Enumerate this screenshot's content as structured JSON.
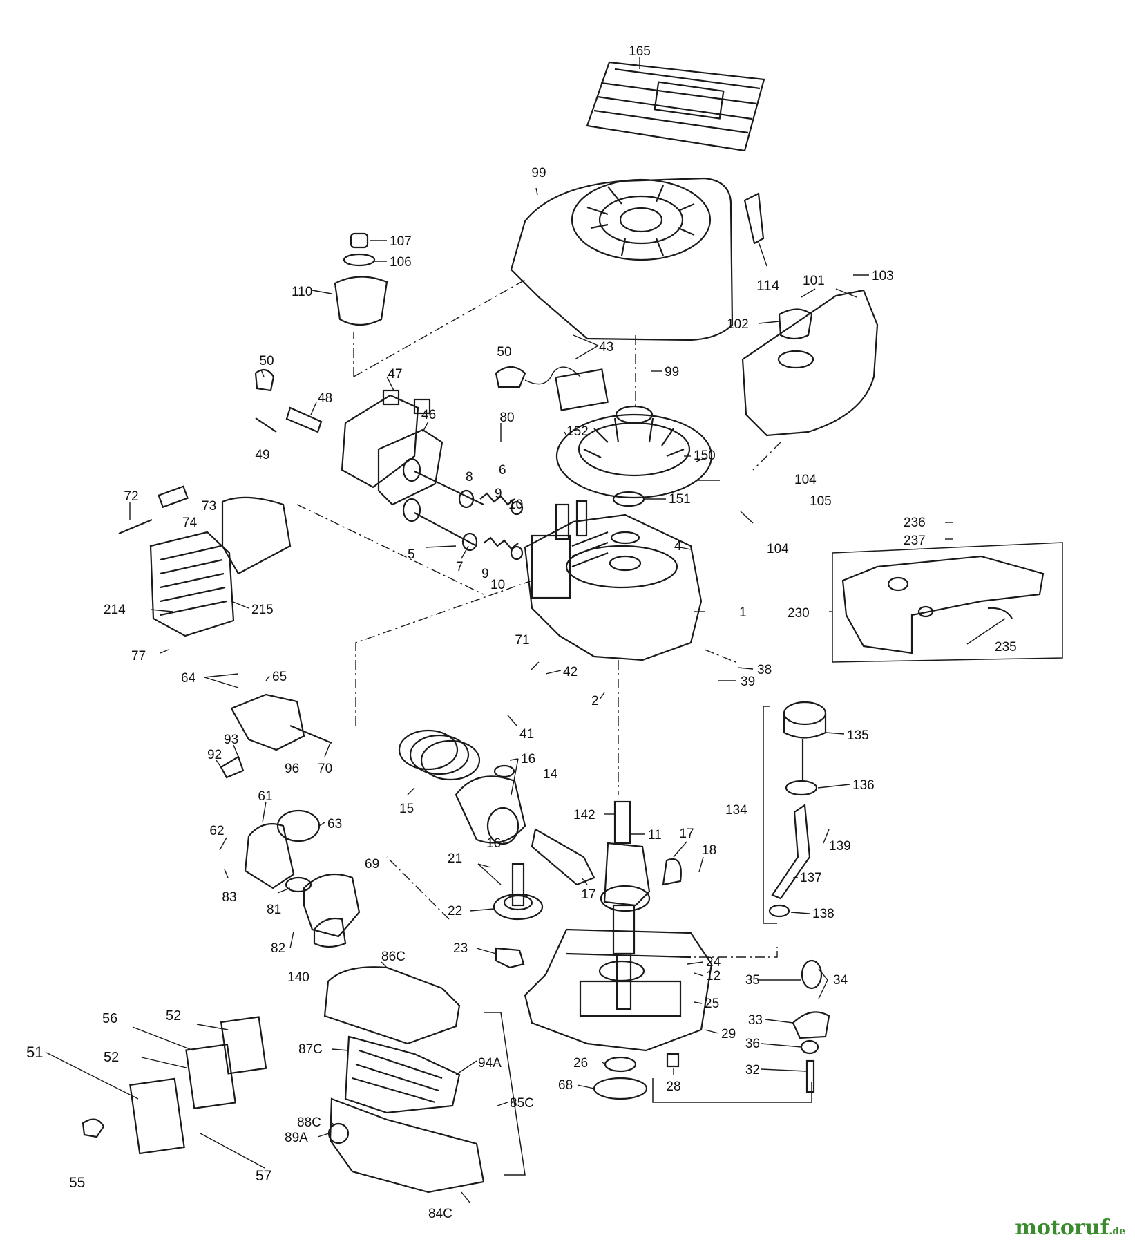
{
  "watermark": {
    "main": "motoruf",
    "tld": ".de"
  },
  "labels": [
    {
      "id": "165",
      "text": "165"
    },
    {
      "id": "99a",
      "text": "99"
    },
    {
      "id": "107",
      "text": "107"
    },
    {
      "id": "106",
      "text": "106"
    },
    {
      "id": "110",
      "text": "110"
    },
    {
      "id": "114",
      "text": "114"
    },
    {
      "id": "101",
      "text": "101"
    },
    {
      "id": "103",
      "text": "103"
    },
    {
      "id": "102",
      "text": "102"
    },
    {
      "id": "43",
      "text": "43"
    },
    {
      "id": "99b",
      "text": "99"
    },
    {
      "id": "50a",
      "text": "50"
    },
    {
      "id": "47",
      "text": "47"
    },
    {
      "id": "48",
      "text": "48"
    },
    {
      "id": "46",
      "text": "46"
    },
    {
      "id": "50b",
      "text": "50"
    },
    {
      "id": "49",
      "text": "49"
    },
    {
      "id": "80",
      "text": "80"
    },
    {
      "id": "152",
      "text": "152"
    },
    {
      "id": "150",
      "text": "150"
    },
    {
      "id": "6",
      "text": "6"
    },
    {
      "id": "8",
      "text": "8"
    },
    {
      "id": "9a",
      "text": "9"
    },
    {
      "id": "10a",
      "text": "10"
    },
    {
      "id": "72",
      "text": "72"
    },
    {
      "id": "73",
      "text": "73"
    },
    {
      "id": "74",
      "text": "74"
    },
    {
      "id": "151",
      "text": "151"
    },
    {
      "id": "104a",
      "text": "104"
    },
    {
      "id": "105",
      "text": "105"
    },
    {
      "id": "104b",
      "text": "104"
    },
    {
      "id": "236",
      "text": "236"
    },
    {
      "id": "237",
      "text": "237"
    },
    {
      "id": "4",
      "text": "4"
    },
    {
      "id": "5",
      "text": "5"
    },
    {
      "id": "7",
      "text": "7"
    },
    {
      "id": "9b",
      "text": "9"
    },
    {
      "id": "10b",
      "text": "10"
    },
    {
      "id": "214",
      "text": "214"
    },
    {
      "id": "215",
      "text": "215"
    },
    {
      "id": "1",
      "text": "1"
    },
    {
      "id": "230",
      "text": "230"
    },
    {
      "id": "235",
      "text": "235"
    },
    {
      "id": "77",
      "text": "77"
    },
    {
      "id": "71",
      "text": "71"
    },
    {
      "id": "42",
      "text": "42"
    },
    {
      "id": "38",
      "text": "38"
    },
    {
      "id": "39",
      "text": "39"
    },
    {
      "id": "64",
      "text": "64"
    },
    {
      "id": "65",
      "text": "65"
    },
    {
      "id": "2",
      "text": "2"
    },
    {
      "id": "41",
      "text": "41"
    },
    {
      "id": "93",
      "text": "93"
    },
    {
      "id": "92",
      "text": "92"
    },
    {
      "id": "96",
      "text": "96"
    },
    {
      "id": "70",
      "text": "70"
    },
    {
      "id": "135",
      "text": "135"
    },
    {
      "id": "16a",
      "text": "16"
    },
    {
      "id": "14",
      "text": "14"
    },
    {
      "id": "136",
      "text": "136"
    },
    {
      "id": "15",
      "text": "15"
    },
    {
      "id": "61",
      "text": "61"
    },
    {
      "id": "63",
      "text": "63"
    },
    {
      "id": "134",
      "text": "134"
    },
    {
      "id": "142",
      "text": "142"
    },
    {
      "id": "11",
      "text": "11"
    },
    {
      "id": "17a",
      "text": "17"
    },
    {
      "id": "139",
      "text": "139"
    },
    {
      "id": "62",
      "text": "62"
    },
    {
      "id": "16b",
      "text": "16"
    },
    {
      "id": "69",
      "text": "69"
    },
    {
      "id": "18",
      "text": "18"
    },
    {
      "id": "21",
      "text": "21"
    },
    {
      "id": "137",
      "text": "137"
    },
    {
      "id": "83",
      "text": "83"
    },
    {
      "id": "17b",
      "text": "17"
    },
    {
      "id": "81",
      "text": "81"
    },
    {
      "id": "22",
      "text": "22"
    },
    {
      "id": "138",
      "text": "138"
    },
    {
      "id": "82",
      "text": "82"
    },
    {
      "id": "23",
      "text": "23"
    },
    {
      "id": "24",
      "text": "24"
    },
    {
      "id": "140",
      "text": "140"
    },
    {
      "id": "86C",
      "text": "86C"
    },
    {
      "id": "12",
      "text": "12"
    },
    {
      "id": "35",
      "text": "35"
    },
    {
      "id": "34",
      "text": "34"
    },
    {
      "id": "25",
      "text": "25"
    },
    {
      "id": "56",
      "text": "56"
    },
    {
      "id": "52a",
      "text": "52"
    },
    {
      "id": "33",
      "text": "33"
    },
    {
      "id": "29",
      "text": "29"
    },
    {
      "id": "51",
      "text": "51"
    },
    {
      "id": "52b",
      "text": "52"
    },
    {
      "id": "87C",
      "text": "87C"
    },
    {
      "id": "94A",
      "text": "94A"
    },
    {
      "id": "36",
      "text": "36"
    },
    {
      "id": "26",
      "text": "26"
    },
    {
      "id": "32",
      "text": "32"
    },
    {
      "id": "68",
      "text": "68"
    },
    {
      "id": "28",
      "text": "28"
    },
    {
      "id": "85C",
      "text": "85C"
    },
    {
      "id": "88C",
      "text": "88C"
    },
    {
      "id": "89A",
      "text": "89A"
    },
    {
      "id": "57",
      "text": "57"
    },
    {
      "id": "55",
      "text": "55"
    },
    {
      "id": "84C",
      "text": "84C"
    }
  ]
}
